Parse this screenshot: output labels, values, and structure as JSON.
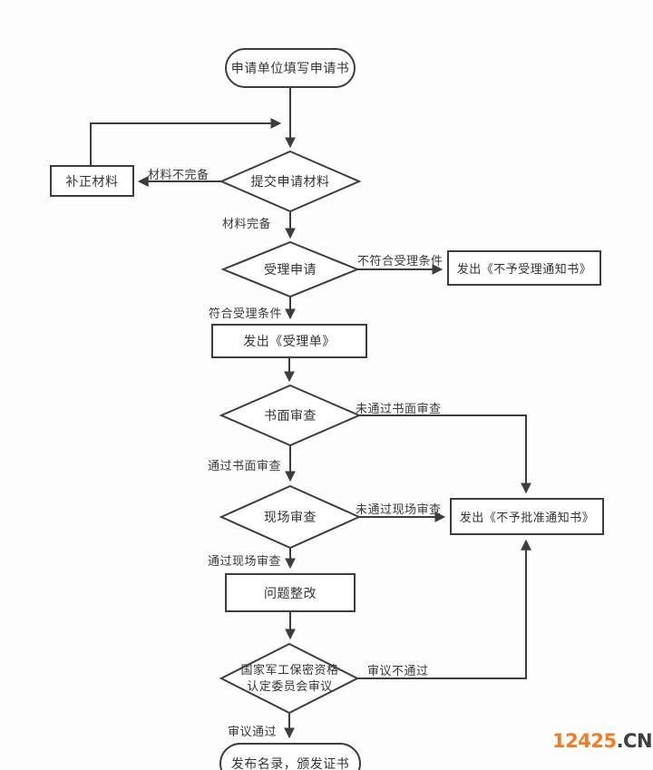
{
  "flow": {
    "colors": {
      "line": "#3d3d3d",
      "node_fill": "#ffffff",
      "text": "#333333"
    },
    "nodes": {
      "start": {
        "type": "stadium",
        "label": "申请单位填写申请书"
      },
      "supplement": {
        "type": "rect",
        "label": "补正材料"
      },
      "submit": {
        "type": "diamond",
        "label": "提交申请材料"
      },
      "accept": {
        "type": "diamond",
        "label": "受理申请"
      },
      "notice_no_accept": {
        "type": "rect",
        "label": "发出《不予受理通知书》"
      },
      "accept_form": {
        "type": "rect",
        "label": "发出《受理单》"
      },
      "written": {
        "type": "diamond",
        "label": "书面审查"
      },
      "onsite": {
        "type": "diamond",
        "label": "现场审查"
      },
      "notice_no_approve": {
        "type": "rect",
        "label": "发出《不予批准通知书》"
      },
      "rectify": {
        "type": "rect",
        "label": "问题整改"
      },
      "committee": {
        "type": "diamond",
        "line1": "国家军工保密资格",
        "line2": "认定委员会审议"
      },
      "end": {
        "type": "stadium",
        "label": "发布名录，颁发证书"
      }
    },
    "edge_labels": {
      "incomplete": "材料不完备",
      "complete": "材料完备",
      "not_qualified": "不符合受理条件",
      "qualified": "符合受理条件",
      "fail_written": "未通过书面审查",
      "pass_written": "通过书面审查",
      "fail_onsite": "未通过现场审查",
      "pass_onsite": "通过现场审查",
      "fail_committee": "审议不通过",
      "pass_committee": "审议通过"
    }
  },
  "watermark": {
    "number": "12425",
    "suffix": ".CN",
    "number_color": "#f47b20",
    "suffix_color": "#3f3f3f"
  }
}
